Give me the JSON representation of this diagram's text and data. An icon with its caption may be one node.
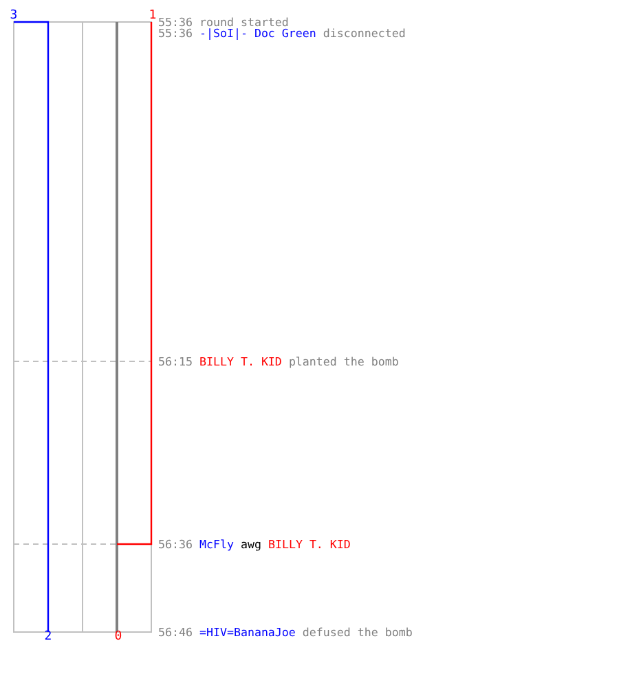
{
  "diagram": {
    "labels": [
      "3",
      "1",
      "55:36",
      "round started",
      "55:36",
      "-|SoI|- Doc Green",
      "disconnected",
      "56:15",
      "BILLY T. KID",
      "planted the bomb",
      "56:36",
      "McFly",
      "awg",
      "BILLY T. KID",
      "2",
      "0",
      "56:46",
      "=HIV=BananaJoe",
      "defused the bomb"
    ]
  }
}
